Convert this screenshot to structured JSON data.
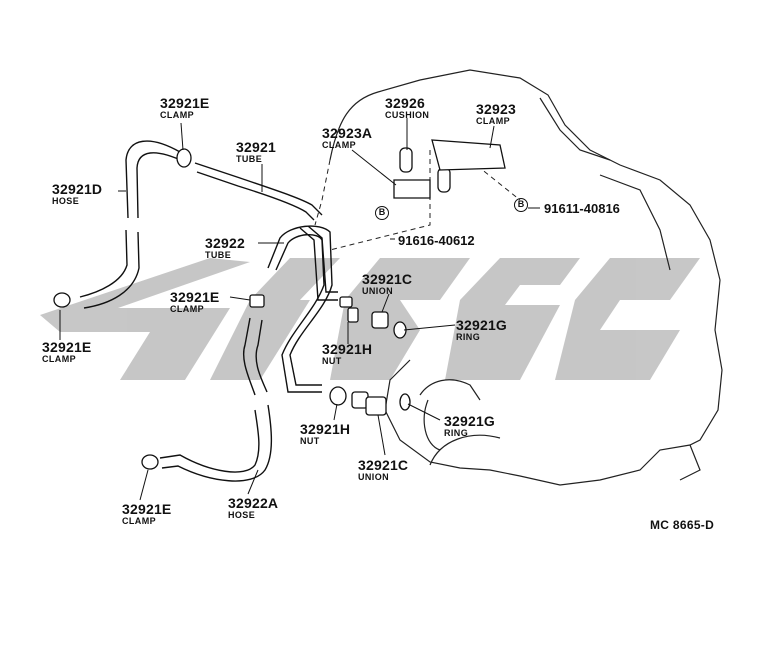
{
  "labels": {
    "clamp_top": {
      "part": "32921E",
      "name": "CLAMP"
    },
    "hose_d": {
      "part": "32921D",
      "name": "HOSE"
    },
    "tube": {
      "part": "32921",
      "name": "TUBE"
    },
    "cushion": {
      "part": "32926",
      "name": "CUSHION"
    },
    "clamp_23a": {
      "part": "32923A",
      "name": "CLAMP"
    },
    "clamp_23": {
      "part": "32923",
      "name": "CLAMP"
    },
    "tube_22": {
      "part": "32922",
      "name": "TUBE"
    },
    "clamp_mid": {
      "part": "32921E",
      "name": "CLAMP"
    },
    "clamp_left": {
      "part": "32921E",
      "name": "CLAMP"
    },
    "union_top": {
      "part": "32921C",
      "name": "UNION"
    },
    "ring_top": {
      "part": "32921G",
      "name": "RING"
    },
    "nut_top": {
      "part": "32921H",
      "name": "NUT"
    },
    "nut_bottom": {
      "part": "32921H",
      "name": "NUT"
    },
    "ring_bottom": {
      "part": "32921G",
      "name": "RING"
    },
    "union_bottom": {
      "part": "32921C",
      "name": "UNION"
    },
    "clamp_bottom": {
      "part": "32921E",
      "name": "CLAMP"
    },
    "hose_22a": {
      "part": "32922A",
      "name": "HOSE"
    }
  },
  "bolts": {
    "bolt_right": {
      "marker": "B",
      "part": "91611-40816"
    },
    "bolt_left": {
      "marker": "B",
      "part": "91616-40612"
    }
  },
  "diagram_code": "MC 8665-D",
  "watermark": {
    "color": "#bdbdbd"
  }
}
